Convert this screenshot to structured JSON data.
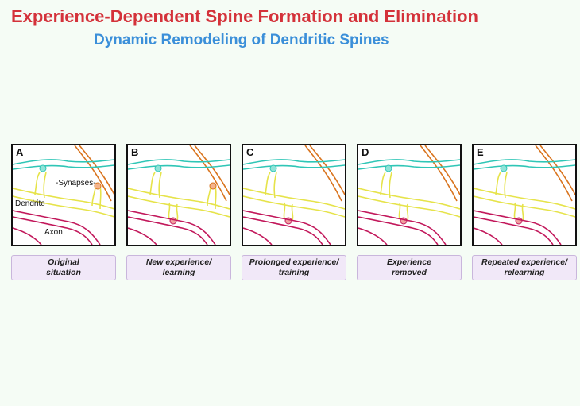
{
  "title": "Experience-Dependent Spine Formation and Elimination",
  "subtitle": "Dynamic Remodeling of Dendritic Spines",
  "labels": {
    "synapses": "-Synapses-",
    "dendrite": "Dendrite",
    "axon": "Axon"
  },
  "colors": {
    "title": "#d4323a",
    "subtitle": "#3b8fd9",
    "teal_axon": "#2fc6b6",
    "orange_axon": "#d9741e",
    "dendrite": "#e6e34a",
    "red_axon": "#c2185b",
    "synapse": "#e07a7a",
    "caption_bg": "#f1e8f8"
  },
  "panels": [
    {
      "letter": "A",
      "caption": "Original\nsituation"
    },
    {
      "letter": "B",
      "caption": "New experience/\nlearning"
    },
    {
      "letter": "C",
      "caption": "Prolonged experience/\ntraining"
    },
    {
      "letter": "D",
      "caption": "Experience\nremoved"
    },
    {
      "letter": "E",
      "caption": "Repeated experience/\nrelearning"
    }
  ]
}
